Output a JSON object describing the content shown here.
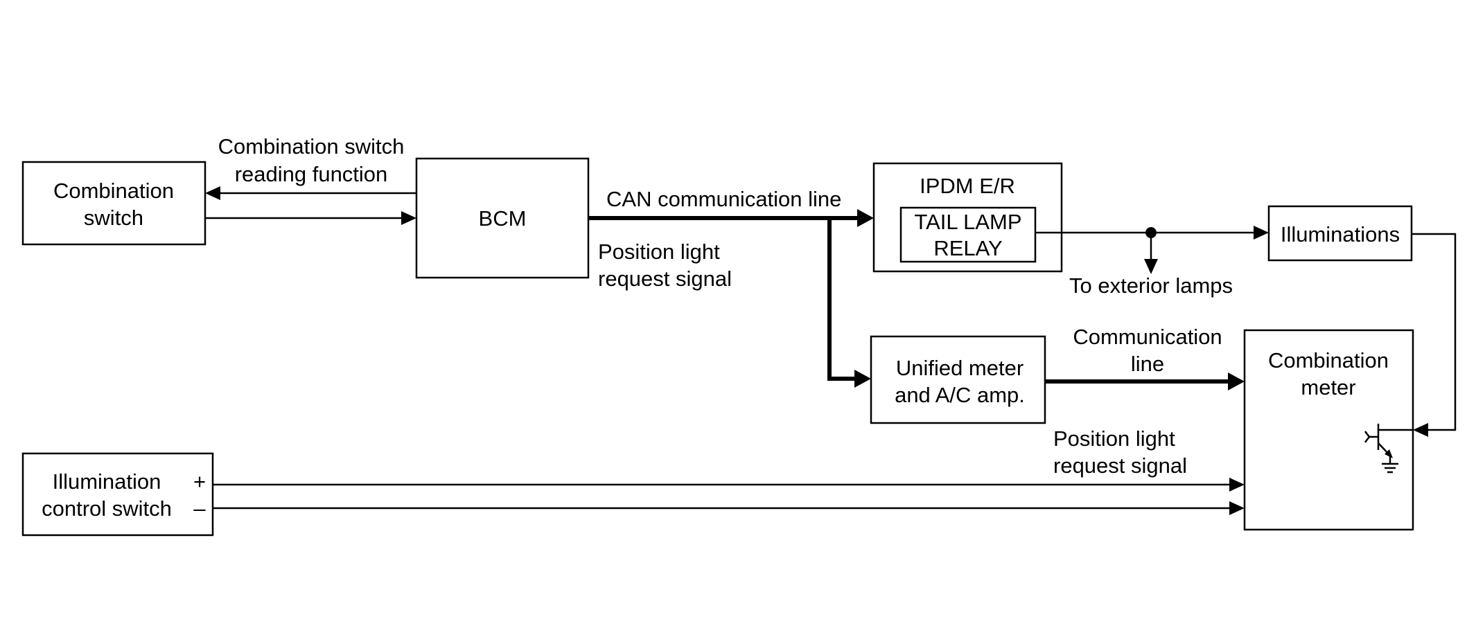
{
  "blocks": {
    "combination_switch": [
      "Combination",
      "switch"
    ],
    "bcm": "BCM",
    "ipdm": "IPDM E/R",
    "tail_lamp_relay": [
      "TAIL LAMP",
      "RELAY"
    ],
    "illuminations": "Illuminations",
    "unified_meter": [
      "Unified meter",
      "and A/C amp."
    ],
    "combination_meter": [
      "Combination",
      "meter"
    ],
    "illumination_control_switch": [
      "Illumination",
      "control switch"
    ]
  },
  "labels": {
    "reading_function": [
      "Combination switch",
      "reading function"
    ],
    "can_line": "CAN communication line",
    "position_request_1": [
      "Position light",
      "request signal"
    ],
    "to_exterior_lamps": "To exterior lamps",
    "communication_line": [
      "Communication",
      "line"
    ],
    "position_request_2": [
      "Position light",
      "request signal"
    ],
    "terminal_plus": "+",
    "terminal_minus": "–"
  }
}
